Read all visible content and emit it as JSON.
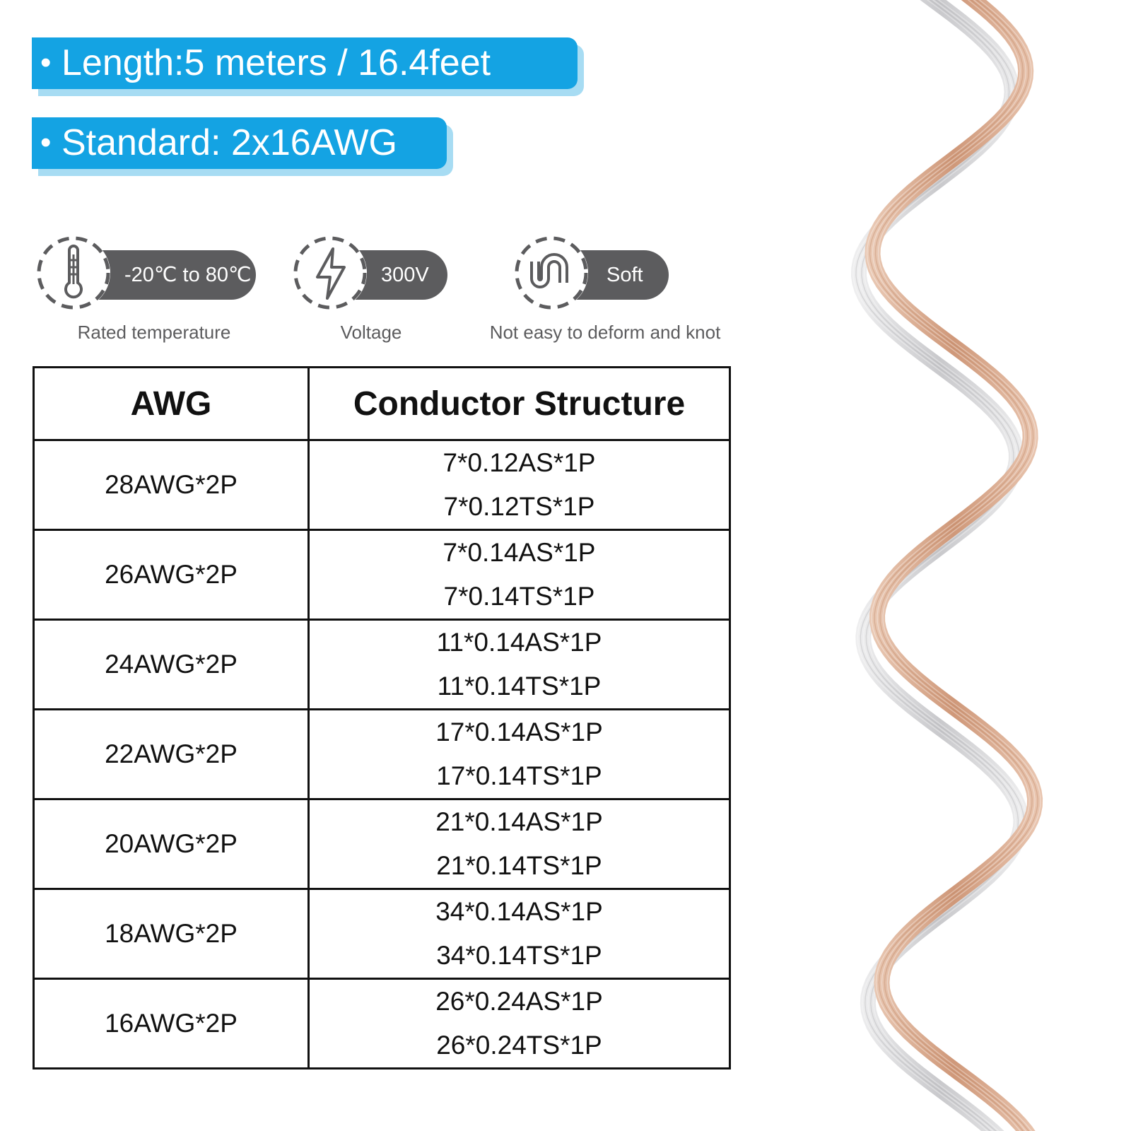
{
  "banners": {
    "length": "Length:5 meters / 16.4feet",
    "standard": "Standard: 2x16AWG",
    "bullet": "•"
  },
  "features": [
    {
      "icon": "thermometer-icon",
      "value": "-20℃ to 80℃",
      "caption": "Rated temperature"
    },
    {
      "icon": "lightning-icon",
      "value": "300V",
      "caption": "Voltage"
    },
    {
      "icon": "bent-cable-icon",
      "value": "Soft",
      "caption": "Not easy to deform and knot"
    }
  ],
  "table": {
    "headers": [
      "AWG",
      "Conductor Structure"
    ],
    "rows": [
      {
        "awg": "28AWG*2P",
        "structure": [
          "7*0.12AS*1P",
          "7*0.12TS*1P"
        ]
      },
      {
        "awg": "26AWG*2P",
        "structure": [
          "7*0.14AS*1P",
          "7*0.14TS*1P"
        ]
      },
      {
        "awg": "24AWG*2P",
        "structure": [
          "11*0.14AS*1P",
          "11*0.14TS*1P"
        ]
      },
      {
        "awg": "22AWG*2P",
        "structure": [
          "17*0.14AS*1P",
          "17*0.14TS*1P"
        ]
      },
      {
        "awg": "20AWG*2P",
        "structure": [
          "21*0.14AS*1P",
          "21*0.14TS*1P"
        ]
      },
      {
        "awg": "18AWG*2P",
        "structure": [
          "34*0.14AS*1P",
          "34*0.14TS*1P"
        ]
      },
      {
        "awg": "16AWG*2P",
        "structure": [
          "26*0.24AS*1P",
          "26*0.24TS*1P"
        ]
      }
    ]
  },
  "colors": {
    "banner": "#14a3e3",
    "banner_shadow": "#a7dcf3",
    "pill": "#5c5c5e",
    "cable_copper": "#d9a98e",
    "cable_silver": "#d4d4d6"
  }
}
